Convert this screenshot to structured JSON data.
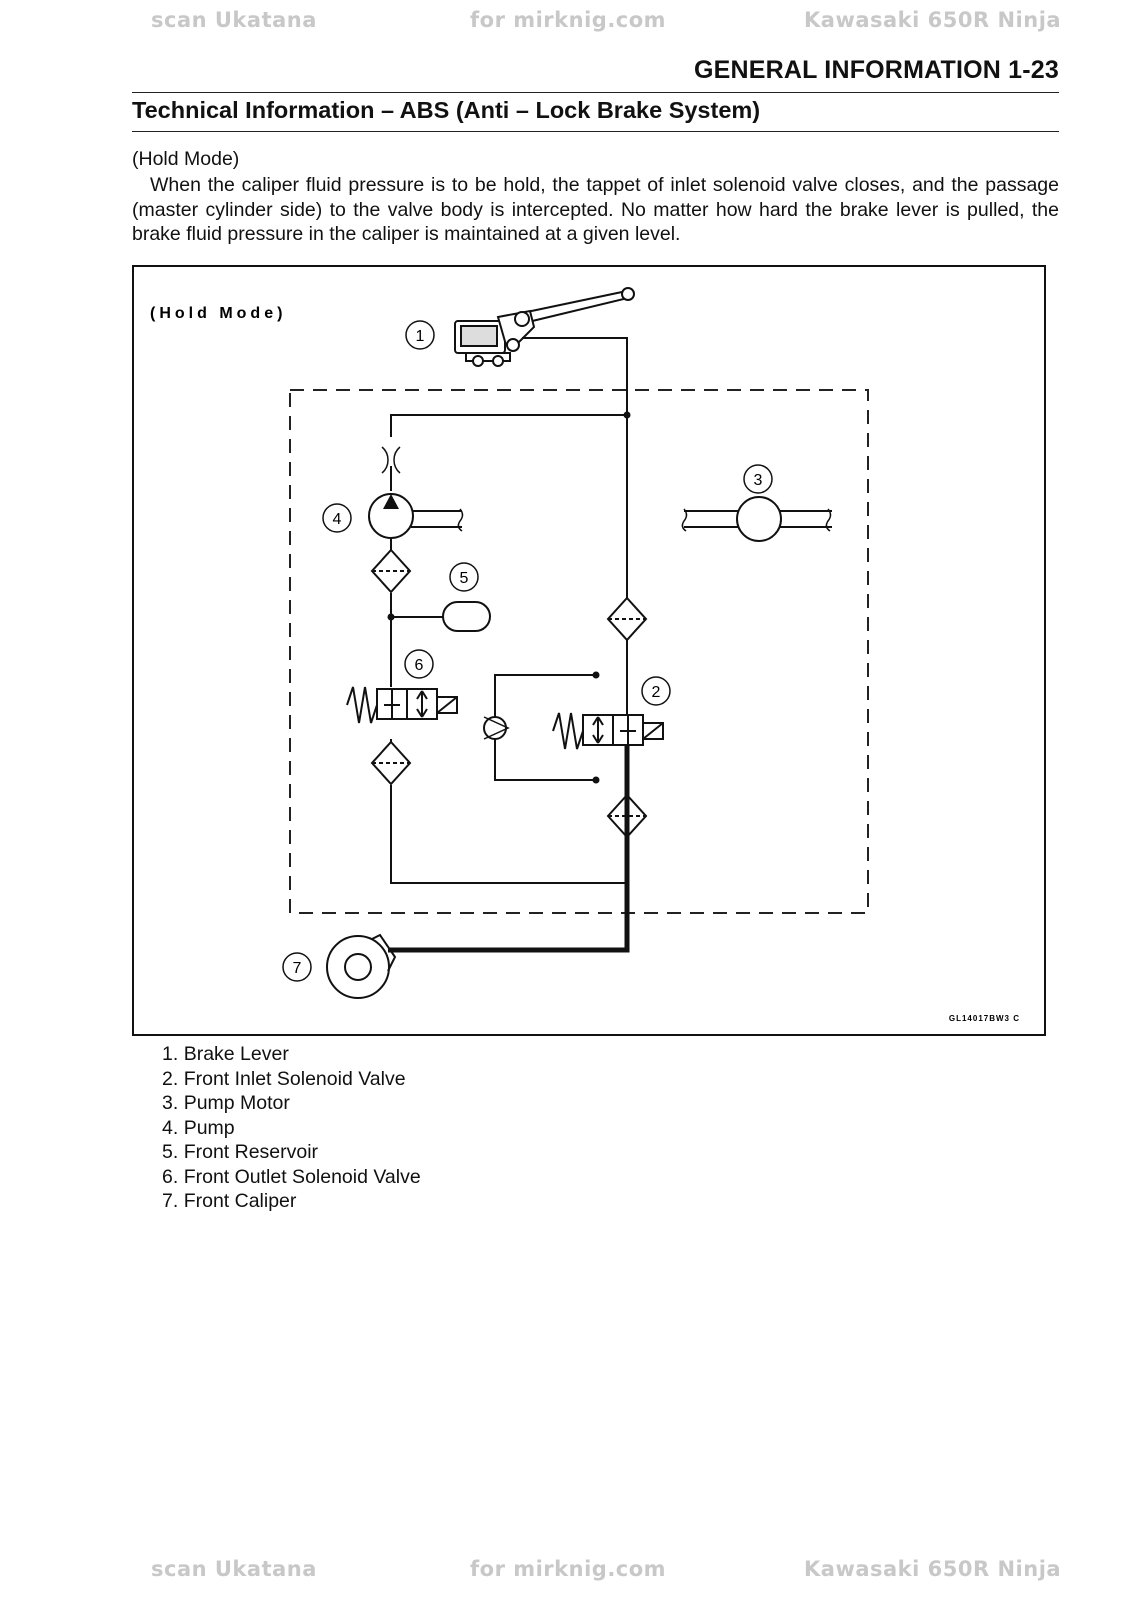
{
  "watermark": {
    "left": "scan Ukatana",
    "center": "for mirknig.com",
    "right": "Kawasaki 650R Ninja"
  },
  "header": {
    "page_title": "GENERAL INFORMATION 1-23"
  },
  "section": {
    "title": "Technical Information – ABS (Anti – Lock Brake System)"
  },
  "body": {
    "mode_label": "(Hold Mode)",
    "paragraph": "When the caliper fluid pressure is to be hold, the tappet of inlet solenoid valve closes, and the passage (master cylinder side) to the valve body is intercepted. No matter how hard the brake lever is pulled, the brake fluid pressure in the caliper is maintained at a given level."
  },
  "figure": {
    "mode_label": "(Hold Mode)",
    "code": "GL14017BW3 C",
    "callouts": [
      "1",
      "2",
      "3",
      "4",
      "5",
      "6",
      "7"
    ]
  },
  "legend": [
    {
      "num": "1.",
      "label": "Brake Lever"
    },
    {
      "num": "2.",
      "label": "Front Inlet Solenoid Valve"
    },
    {
      "num": "3.",
      "label": "Pump Motor"
    },
    {
      "num": "4.",
      "label": "Pump"
    },
    {
      "num": "5.",
      "label": "Front Reservoir"
    },
    {
      "num": "6.",
      "label": "Front Outlet Solenoid Valve"
    },
    {
      "num": "7.",
      "label": "Front Caliper"
    }
  ]
}
